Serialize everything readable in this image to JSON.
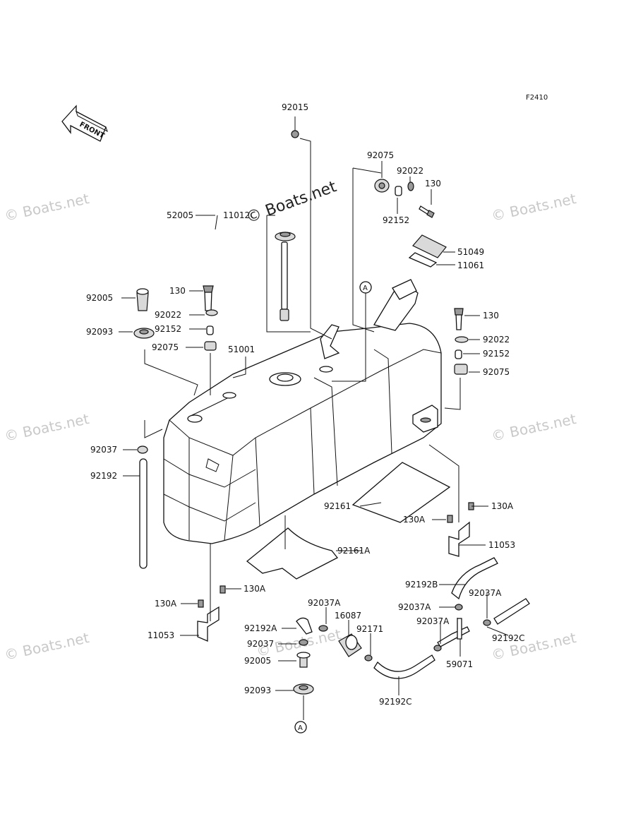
{
  "figure_id": "F2410",
  "front_label": "FRONT",
  "ref_marker": "A",
  "watermark_text": "© Boats.net",
  "center_watermark_text": "© Boats.net",
  "part_labels": {
    "p92015": "92015",
    "p92075_top": "92075",
    "p92022_top": "92022",
    "p130_top": "130",
    "p92152_top": "92152",
    "p52005": "52005",
    "p11012": "11012",
    "p51049": "51049",
    "p11061": "11061",
    "p92005_l": "92005",
    "p130_l": "130",
    "p92022_l": "92022",
    "p92093_l": "92093",
    "p92152_l": "92152",
    "p92075_l": "92075",
    "p51001": "51001",
    "p130_r": "130",
    "p92022_r": "92022",
    "p92152_r": "92152",
    "p92075_r": "92075",
    "p92037": "92037",
    "p92192": "92192",
    "p92161": "92161",
    "p130A_r1": "130A",
    "p130A_r2": "130A",
    "p11053_r": "11053",
    "p92161A": "92161A",
    "p92192B": "92192B",
    "p92037A_r1": "92037A",
    "p92037A_r2": "92037A",
    "p92037A_r3": "92037A",
    "p92037A_c": "92037A",
    "p16087": "16087",
    "p92171": "92171",
    "p92192A": "92192A",
    "p92037_b": "92037",
    "p92005_b": "92005",
    "p92093_b": "92093",
    "p130A_b1": "130A",
    "p130A_b2": "130A",
    "p11053_b": "11053",
    "p59071": "59071",
    "p92192C_r": "92192C",
    "p92192C_b": "92192C"
  }
}
